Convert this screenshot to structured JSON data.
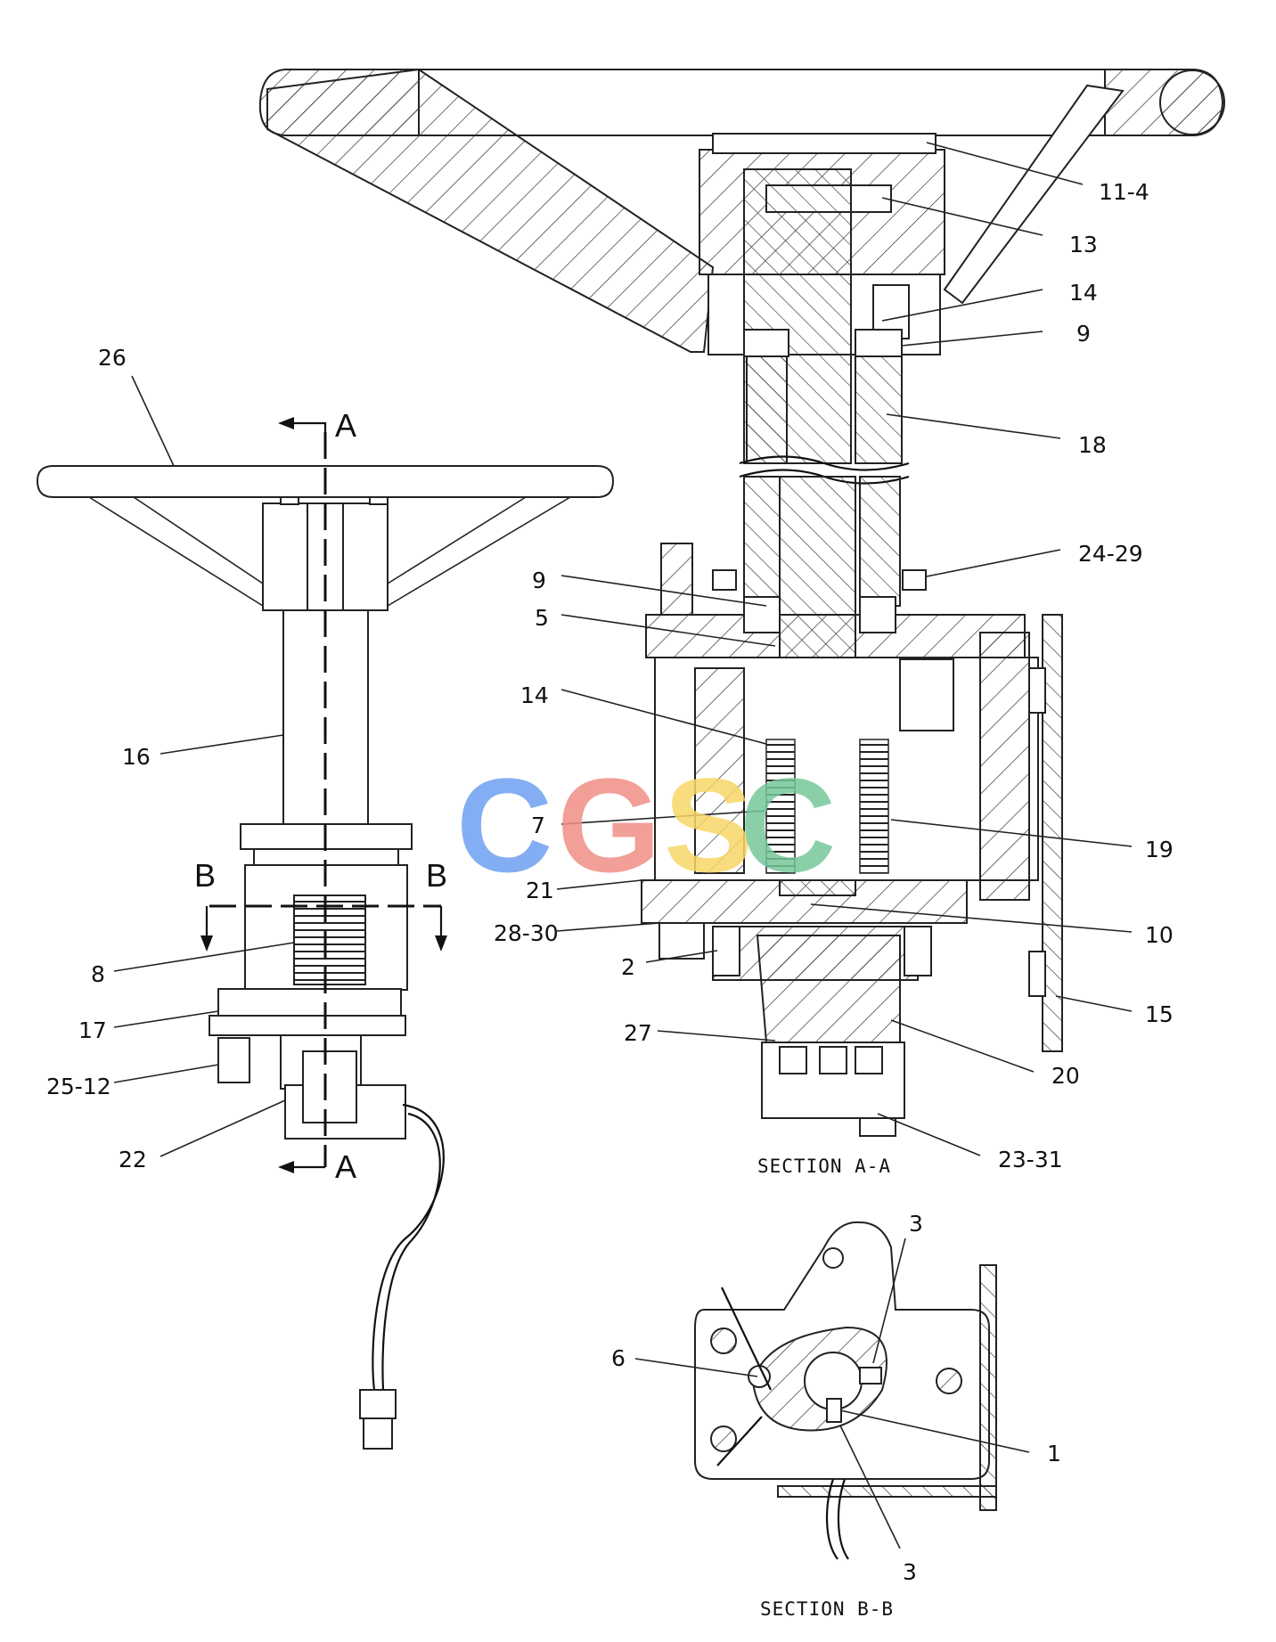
{
  "callouts": {
    "top_right": [
      "11-4",
      "13",
      "14",
      "9",
      "18",
      "24-29",
      "9",
      "5",
      "14",
      "7",
      "19",
      "21",
      "10",
      "28-30",
      "2",
      "15",
      "27",
      "20",
      "23-31"
    ],
    "left": [
      "26",
      "16",
      "8",
      "17",
      "25-12",
      "22"
    ],
    "section_bb": [
      "3",
      "6",
      "1",
      "3"
    ]
  },
  "section_labels": {
    "aa": "SECTION A-A",
    "bb": "SECTION B-B"
  },
  "cut_markers": {
    "a_top": "A",
    "a_bottom": "A",
    "b_left": "B",
    "b_right": "B"
  },
  "watermark": {
    "text": "CGSC",
    "letters": [
      "C",
      "G",
      "S",
      "C"
    ],
    "colors": [
      "#6fa0f2",
      "#f08f86",
      "#f7d667",
      "#77c79a"
    ]
  }
}
